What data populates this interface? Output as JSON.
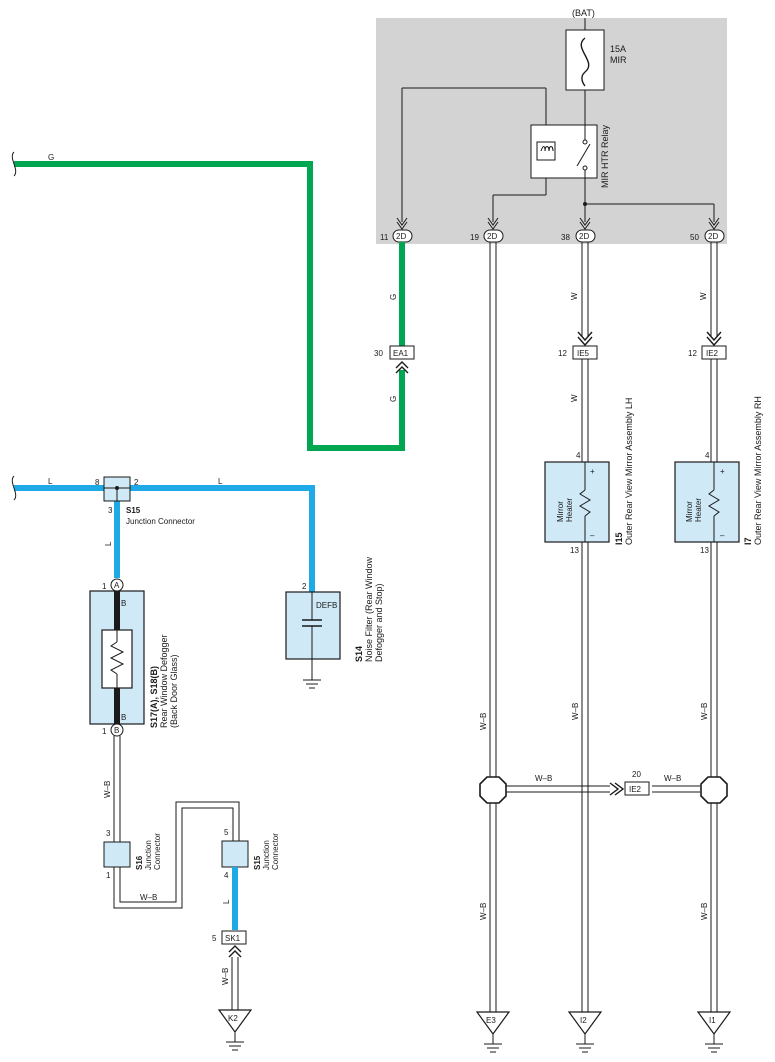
{
  "colors": {
    "green_wire": "#00a651",
    "blue_wire": "#1eaae7",
    "relay_box_fill": "#d3d3d4",
    "component_fill": "#cfe9f7",
    "line": "#1a1a1a"
  },
  "power_source": {
    "label": "(BAT)"
  },
  "fuse": {
    "rating": "15A",
    "name": "MIR"
  },
  "relay": {
    "name": "MIR HTR Relay"
  },
  "relay_box_pins": [
    {
      "pin": "11",
      "connector": "2D"
    },
    {
      "pin": "19",
      "connector": "2D"
    },
    {
      "pin": "38",
      "connector": "2D"
    },
    {
      "pin": "50",
      "connector": "2D"
    }
  ],
  "wire_colors": {
    "g": "G",
    "l": "L",
    "w": "W",
    "b": "B",
    "wb": "W–B"
  },
  "connectors": {
    "ea1": {
      "pin": "30",
      "id": "EA1"
    },
    "ie5": {
      "pin": "12",
      "id": "IE5"
    },
    "ie2_top": {
      "pin": "12",
      "id": "IE2"
    },
    "ie2_mid": {
      "pin": "20",
      "id": "IE2"
    },
    "sk1": {
      "pin": "5",
      "id": "SK1"
    }
  },
  "grounds": {
    "k2": "K2",
    "e3": "E3",
    "i2": "I2",
    "i1": "I1"
  },
  "s15_top": {
    "code": "S15",
    "name": "Junction Connector",
    "pin_left": "8",
    "pin_right": "2",
    "pin_bottom": "3"
  },
  "defogger": {
    "code": "S17(A), S18(B)",
    "name": "Rear Window Defogger",
    "sub": "(Back Door Glass)",
    "pin_top": "1",
    "term_top": "A",
    "pin_bottom": "1",
    "term_bottom": "B",
    "wire_label": "B"
  },
  "noise_filter": {
    "code": "S14",
    "name": "Noise Filter (Rear Window",
    "sub": "Defogger and Stop)",
    "inner": "DEFB",
    "pin": "2"
  },
  "mirror_lh": {
    "code": "I15",
    "name": "Outer Rear View Mirror Assembly LH",
    "inner_1": "Mirror",
    "inner_2": "Heater",
    "pin_top": "4",
    "pin_bottom": "13",
    "plus": "+",
    "minus": "–"
  },
  "mirror_rh": {
    "code": "I7",
    "name": "Outer Rear View Mirror Assembly RH",
    "inner_1": "Mirror",
    "inner_2": "Heater",
    "pin_top": "4",
    "pin_bottom": "13",
    "plus": "+",
    "minus": "–"
  },
  "s16": {
    "code": "S16",
    "name_1": "Junction",
    "name_2": "Connector",
    "pin_top": "3",
    "pin_bottom": "1"
  },
  "s15_low": {
    "code": "S15",
    "name_1": "Junction",
    "name_2": "Connector",
    "pin_top": "5",
    "pin_bottom": "4"
  }
}
